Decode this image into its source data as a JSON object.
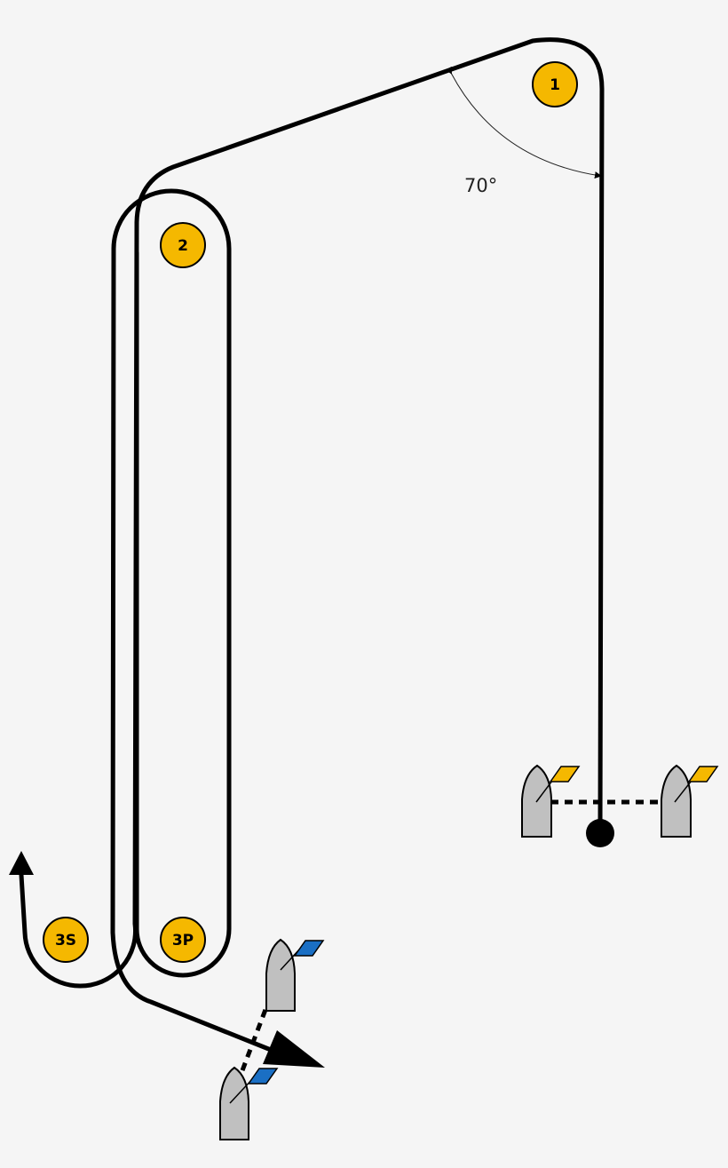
{
  "marks": [
    {
      "id": "1",
      "label": "1",
      "color": "#f5b800"
    },
    {
      "id": "2",
      "label": "2",
      "color": "#f5b800"
    },
    {
      "id": "3S",
      "label": "3S",
      "color": "#f5b800"
    },
    {
      "id": "3P",
      "label": "3P",
      "color": "#f5b800"
    }
  ],
  "angle": {
    "label": "70°"
  },
  "start_line": {
    "flag_color": "#f5b800"
  },
  "finish_line": {
    "flag_color": "#1a6fc4"
  },
  "colors": {
    "background": "#f5f5f5",
    "course": "#000000",
    "boat": "#c0c0c0"
  }
}
